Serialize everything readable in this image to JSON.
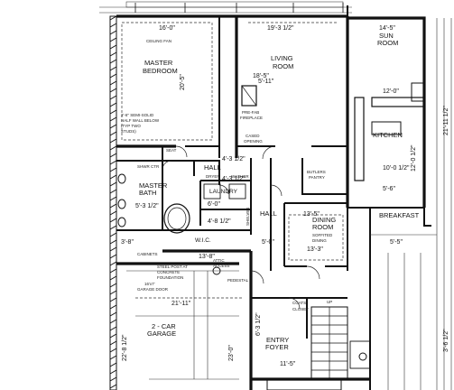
{
  "rooms": {
    "master_bedroom": [
      "MASTER",
      "BEDROOM"
    ],
    "living_room": [
      "LIVING",
      "ROOM"
    ],
    "sun_room": [
      "SUN",
      "ROOM"
    ],
    "kitchen": "KITCHEN",
    "breakfast": "BREAKFAST",
    "master_bath": [
      "MASTER",
      "BATH"
    ],
    "hall_upper": "HALL",
    "laundry": "LAUNDRY",
    "hall": "HALL",
    "dining_room": [
      "DINING",
      "ROOM"
    ],
    "wic": "W.I.C.",
    "garage": [
      "2 - CAR",
      "GARAGE"
    ],
    "entry_foyer": [
      "ENTRY",
      "FOYER"
    ],
    "closet": "CLOSET"
  },
  "dimensions": {
    "master_width": "16'-0\"",
    "living_width": "19'-3 1/2\"",
    "sun_width": "14'-5\"",
    "master_depth": "20'-5\"",
    "living_inner": "18'-5\"",
    "living_depth": "5'-11\"",
    "kitchen_depth": "12'-0 1/2\"",
    "kitchen_lower": "10'-0 1/2\"",
    "sun_inner": "12'-0\"",
    "kitchen_side": "5'-6\"",
    "hall_a": "4'-3 1/2\"",
    "hall_b": "4'-3 1/2\"",
    "laundry_w": "6'-0\"",
    "bath_dim": "5'-3 1/2\"",
    "bath_side": "4'-8 1/2\"",
    "wic_w": "13'-8\"",
    "wic_side": "3'-8\"",
    "dining_w": "13'-5\"",
    "dining_h": "13'-3\"",
    "hall_w": "5'-0\"",
    "breakfast_w": "5'-5\"",
    "garage_w": "21'-11\"",
    "garage_depth": "23'-0\"",
    "garage_side": "22'-8 1/2\"",
    "foyer_w": "11'-5\"",
    "foyer_side": "6'-3 1/2\"",
    "right_total": "21'-11 1/2\"",
    "right_lower": "3'-6 1/2\""
  },
  "notes": {
    "ceiling_fan": "CEILING FAN",
    "pre_fab_fireplace": [
      "PRE-FAB",
      "FIREPLACE"
    ],
    "half_wall": [
      "2'-6\" SEMI-SOLID",
      "HALF WALL BELOW",
      "(TYP TWO",
      "STUDS)"
    ],
    "seat": "SEAT",
    "shower_ctr": "SHWR CTR",
    "dryer": "DRYER",
    "washer": "WASHER",
    "shelves": "SHELVES",
    "cabinets": "CABINETS",
    "pantry": [
      "BUTLERS",
      "PANTRY"
    ],
    "soffit": [
      "SOFFITED",
      "DINING"
    ],
    "cased_opening": [
      "CASED",
      "OPENING"
    ],
    "pedestal": "PEDESTAL",
    "attic": [
      "ATTIC",
      "ACCESS"
    ],
    "stair_note": [
      "STEEL POST AT",
      "CONCRETE",
      "FOUNDATION"
    ],
    "garage_door": [
      "16'x7'",
      "GARAGE DOOR"
    ],
    "coats": "COATS",
    "up": "UP"
  }
}
